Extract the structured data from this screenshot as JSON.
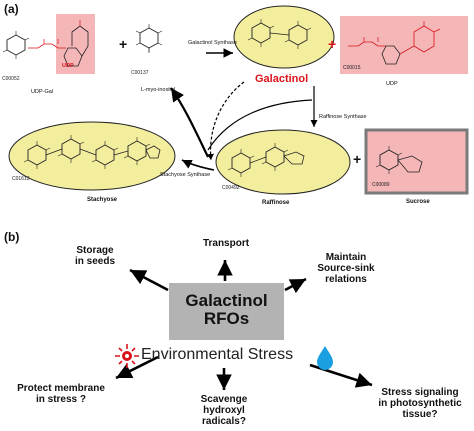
{
  "panel_a": {
    "label": "(a)",
    "compounds": {
      "udp_gal": {
        "id": "C00052",
        "name": "UDP-Gal",
        "tag": "UDP"
      },
      "myo_inositol": {
        "id": "C00137",
        "name": "L-myo-inositol"
      },
      "galactinol": {
        "name": "Galactinol"
      },
      "udp": {
        "id": "C00015",
        "name": "UDP"
      },
      "stachyose": {
        "id": "C01613",
        "name": "Stachyose"
      },
      "raffinose": {
        "id": "C00492",
        "name": "Raffinose"
      },
      "sucrose": {
        "id": "C00089",
        "name": "Sucrose"
      }
    },
    "enzymes": {
      "galactinol_synthase": "Galactinol Synthase",
      "raffinose_synthase": "Raffinose Synthase",
      "stachyose_synthase": "Stachyose Synthase"
    },
    "plus_sign": "+"
  },
  "panel_b": {
    "label": "(b)",
    "center": {
      "line1": "Galactinol",
      "line2": "RFOs"
    },
    "environmental_stress": "Environmental Stress",
    "roles": {
      "transport": "Transport",
      "storage": {
        "line1": "Storage",
        "line2": "in seeds"
      },
      "source_sink": {
        "line1": "Maintain",
        "line2": "Source-sink",
        "line3": "relations"
      },
      "protect_membrane": {
        "line1": "Protect membrane",
        "line2": "in stress ?"
      },
      "scavenge": {
        "line1": "Scavenge",
        "line2": "hydroxyl",
        "line3": "radicals?"
      },
      "stress_signaling": {
        "line1": "Stress signaling",
        "line2": "in photosynthetic",
        "line3": "tissue?"
      }
    }
  },
  "colors": {
    "highlight_yellow": "#f3ee9e",
    "highlight_pink": "#f5b6b8",
    "center_box_gray": "#b3b3b3",
    "galactinol_red": "#d9141a",
    "arrow_black": "#000000",
    "drop_blue": "#1aa0e0"
  },
  "icons": [
    "stress-burst-icon",
    "water-drop-icon"
  ]
}
